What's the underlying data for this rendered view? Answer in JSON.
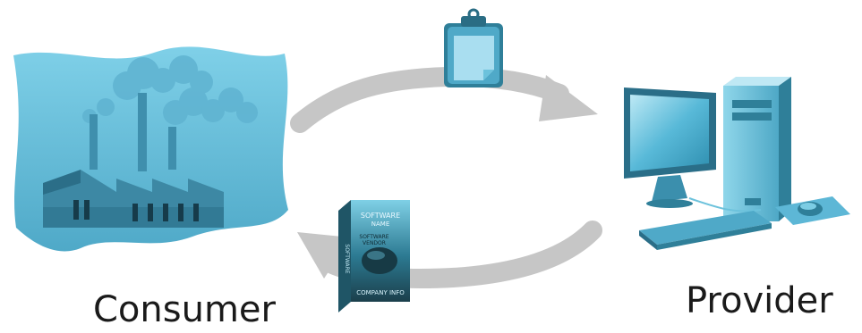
{
  "labels": {
    "consumer": "Consumer",
    "provider": "Provider"
  },
  "software_box": {
    "title_line1": "SOFTWARE",
    "title_line2": "NAME",
    "vendor_line1": "SOFTWARE",
    "vendor_line2": "VENDOR",
    "company": "COMPANY INFO",
    "spine": "SOFTWARE"
  },
  "colors": {
    "primary": "#6cc2dc",
    "dark": "#2f7f99",
    "arrow": "#c6c6c6"
  }
}
